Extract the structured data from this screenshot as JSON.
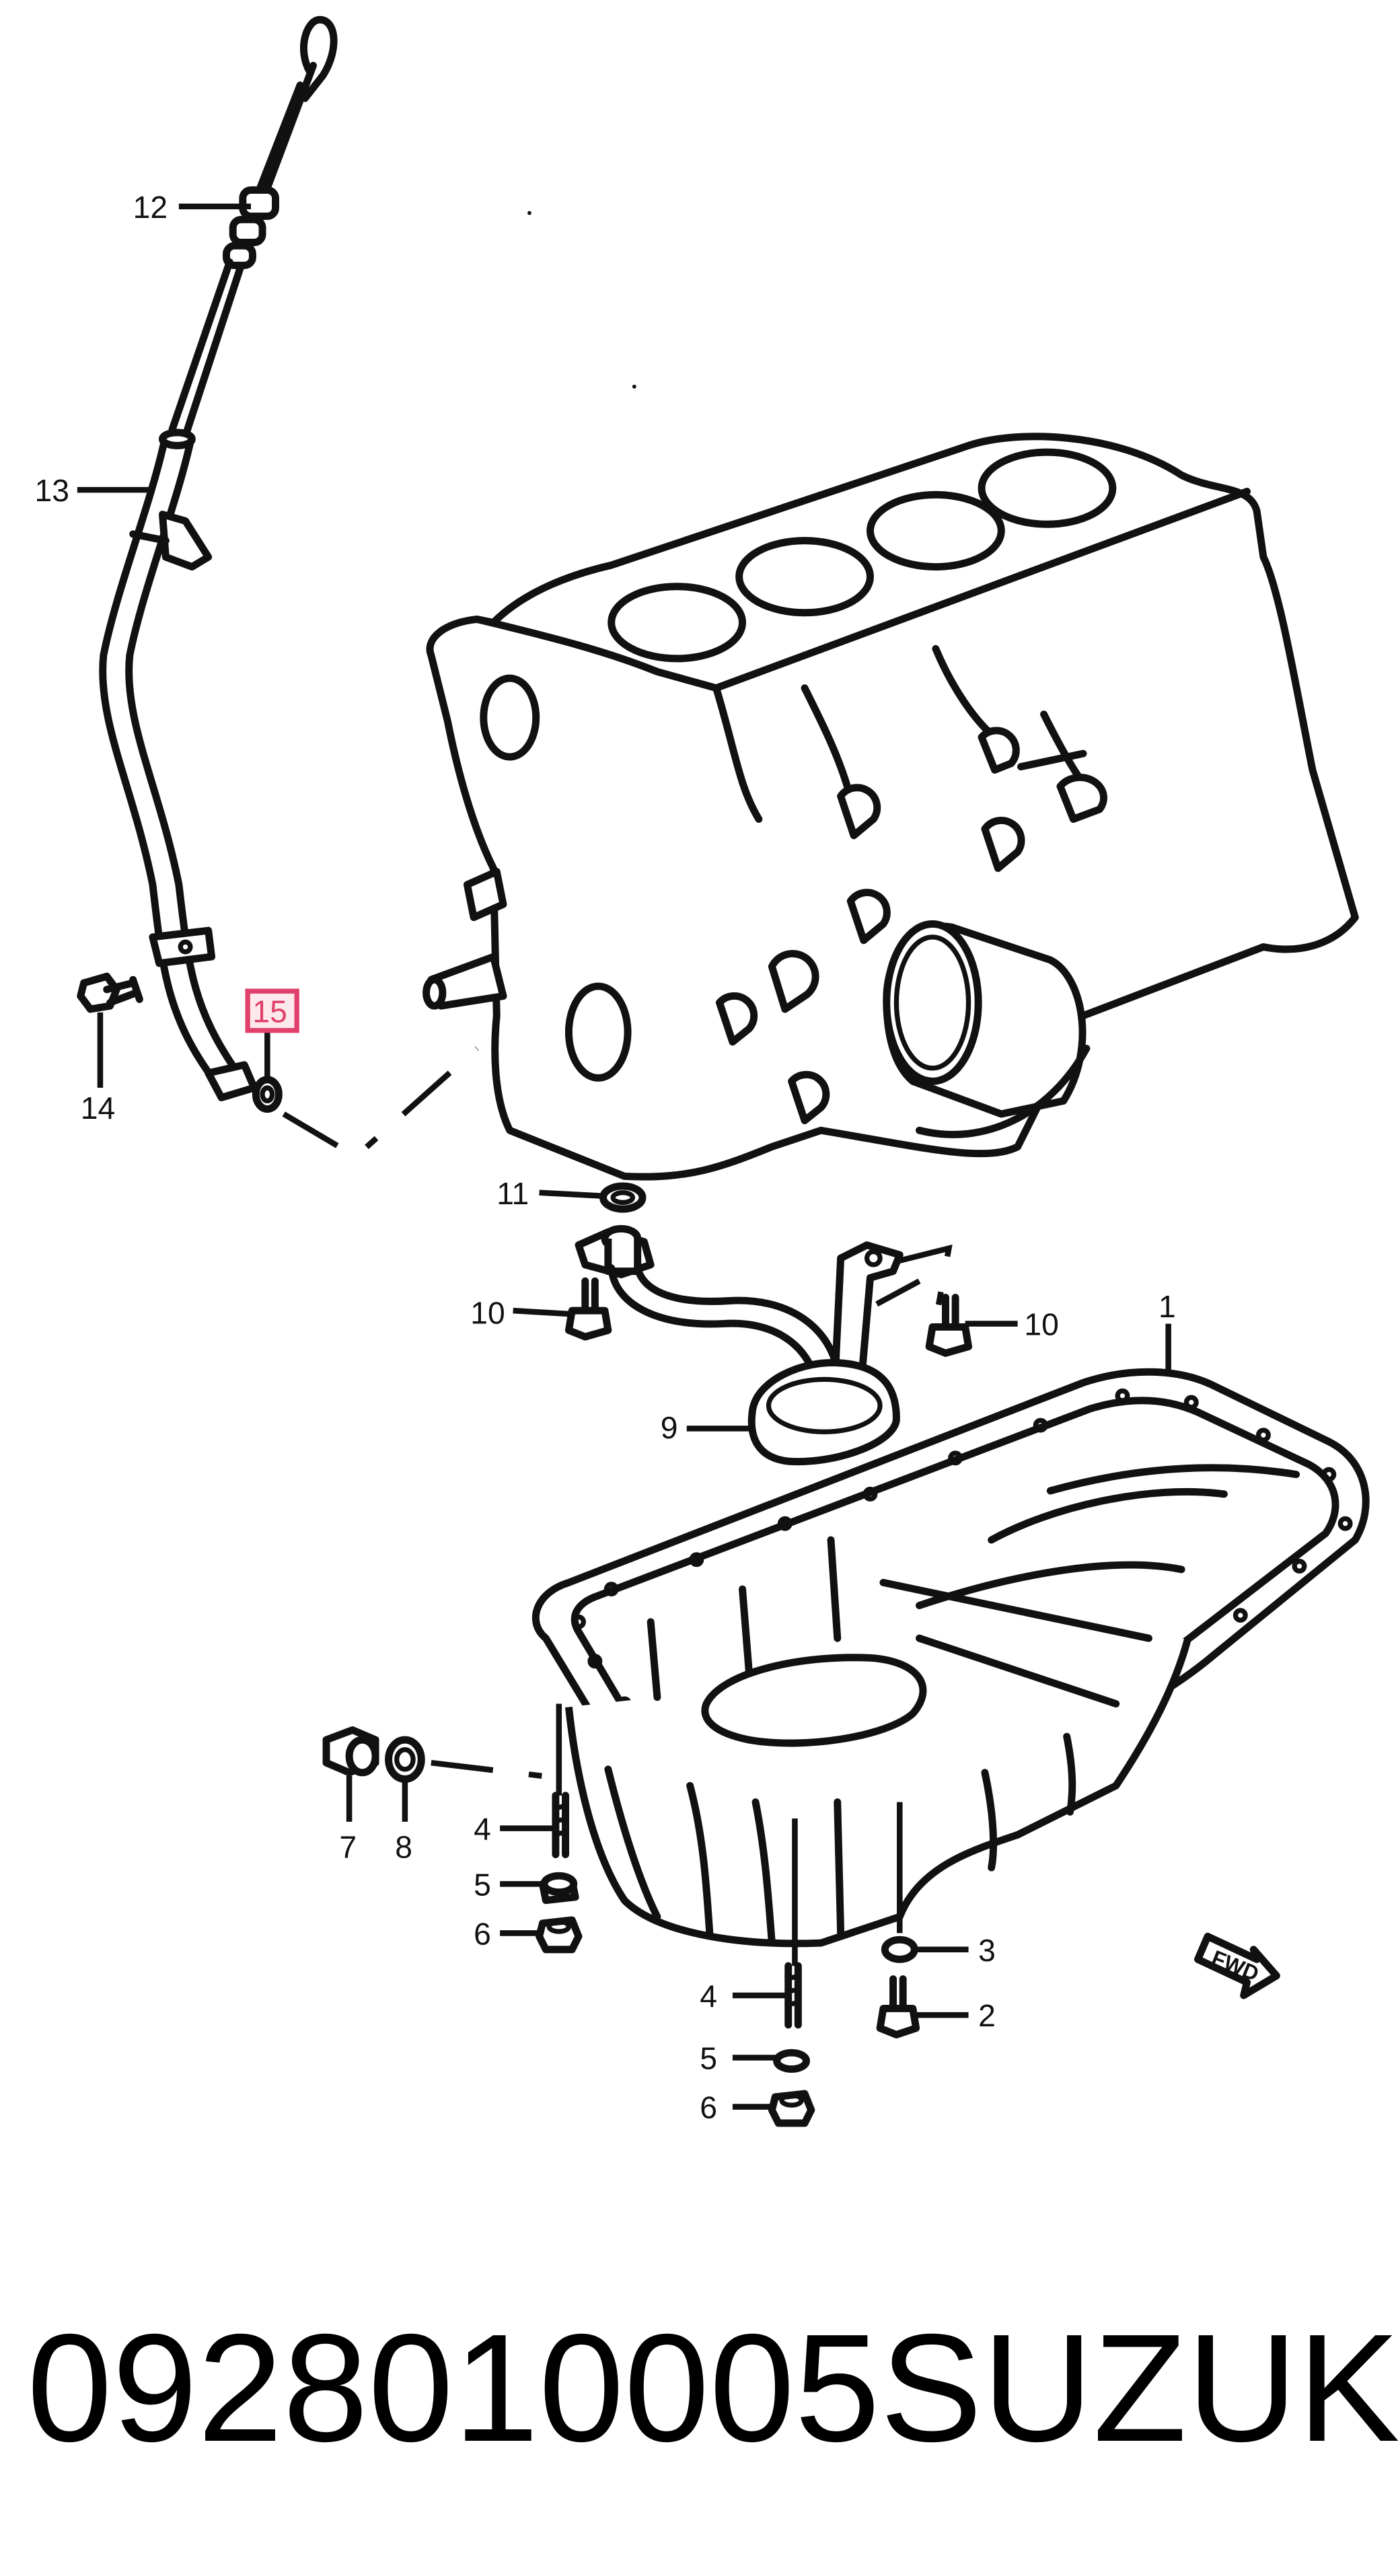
{
  "callouts": {
    "c1": "1",
    "c2": "2",
    "c3": "3",
    "c4a": "4",
    "c4b": "4",
    "c5a": "5",
    "c5b": "5",
    "c6a": "6",
    "c6b": "6",
    "c7": "7",
    "c8": "8",
    "c9": "9",
    "c10a": "10",
    "c10b": "10",
    "c11": "11",
    "c12": "12",
    "c13": "13",
    "c14": "14",
    "c15": "15"
  },
  "highlighted_callout": "15",
  "fwd_label": "FWD",
  "caption": {
    "part_number": "0928010005",
    "brand": "SUZUKI"
  },
  "colors": {
    "highlight_fill": "#fde8ec",
    "highlight_stroke": "#e0406a",
    "line": "#111111"
  }
}
